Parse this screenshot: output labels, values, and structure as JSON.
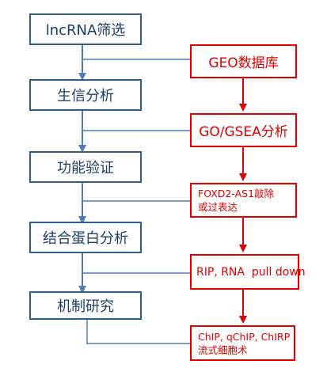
{
  "left_steps": [
    {
      "label": "lncRNA筛选"
    },
    {
      "label": "生信分析"
    },
    {
      "label": "功能验证"
    },
    {
      "label": "结合蛋白分析"
    },
    {
      "label": "机制研究"
    }
  ],
  "right_steps": [
    {
      "line1": "GEO数据库",
      "line2": ""
    },
    {
      "line1": "GO/GSEA分析",
      "line2": ""
    },
    {
      "line1": "FOXD2-AS1敲除",
      "line2": "或过表达"
    },
    {
      "line1": "RIP, RNA  pull down",
      "line2": ""
    },
    {
      "line1": "ChIP, qChIP, ChIRP",
      "line2": "流式细胞术"
    }
  ],
  "colors": {
    "blue_border": "#2e5d8f",
    "blue_text": "#1f3f66",
    "connector_blue": "#4f7fb8",
    "red": "#e00000"
  }
}
